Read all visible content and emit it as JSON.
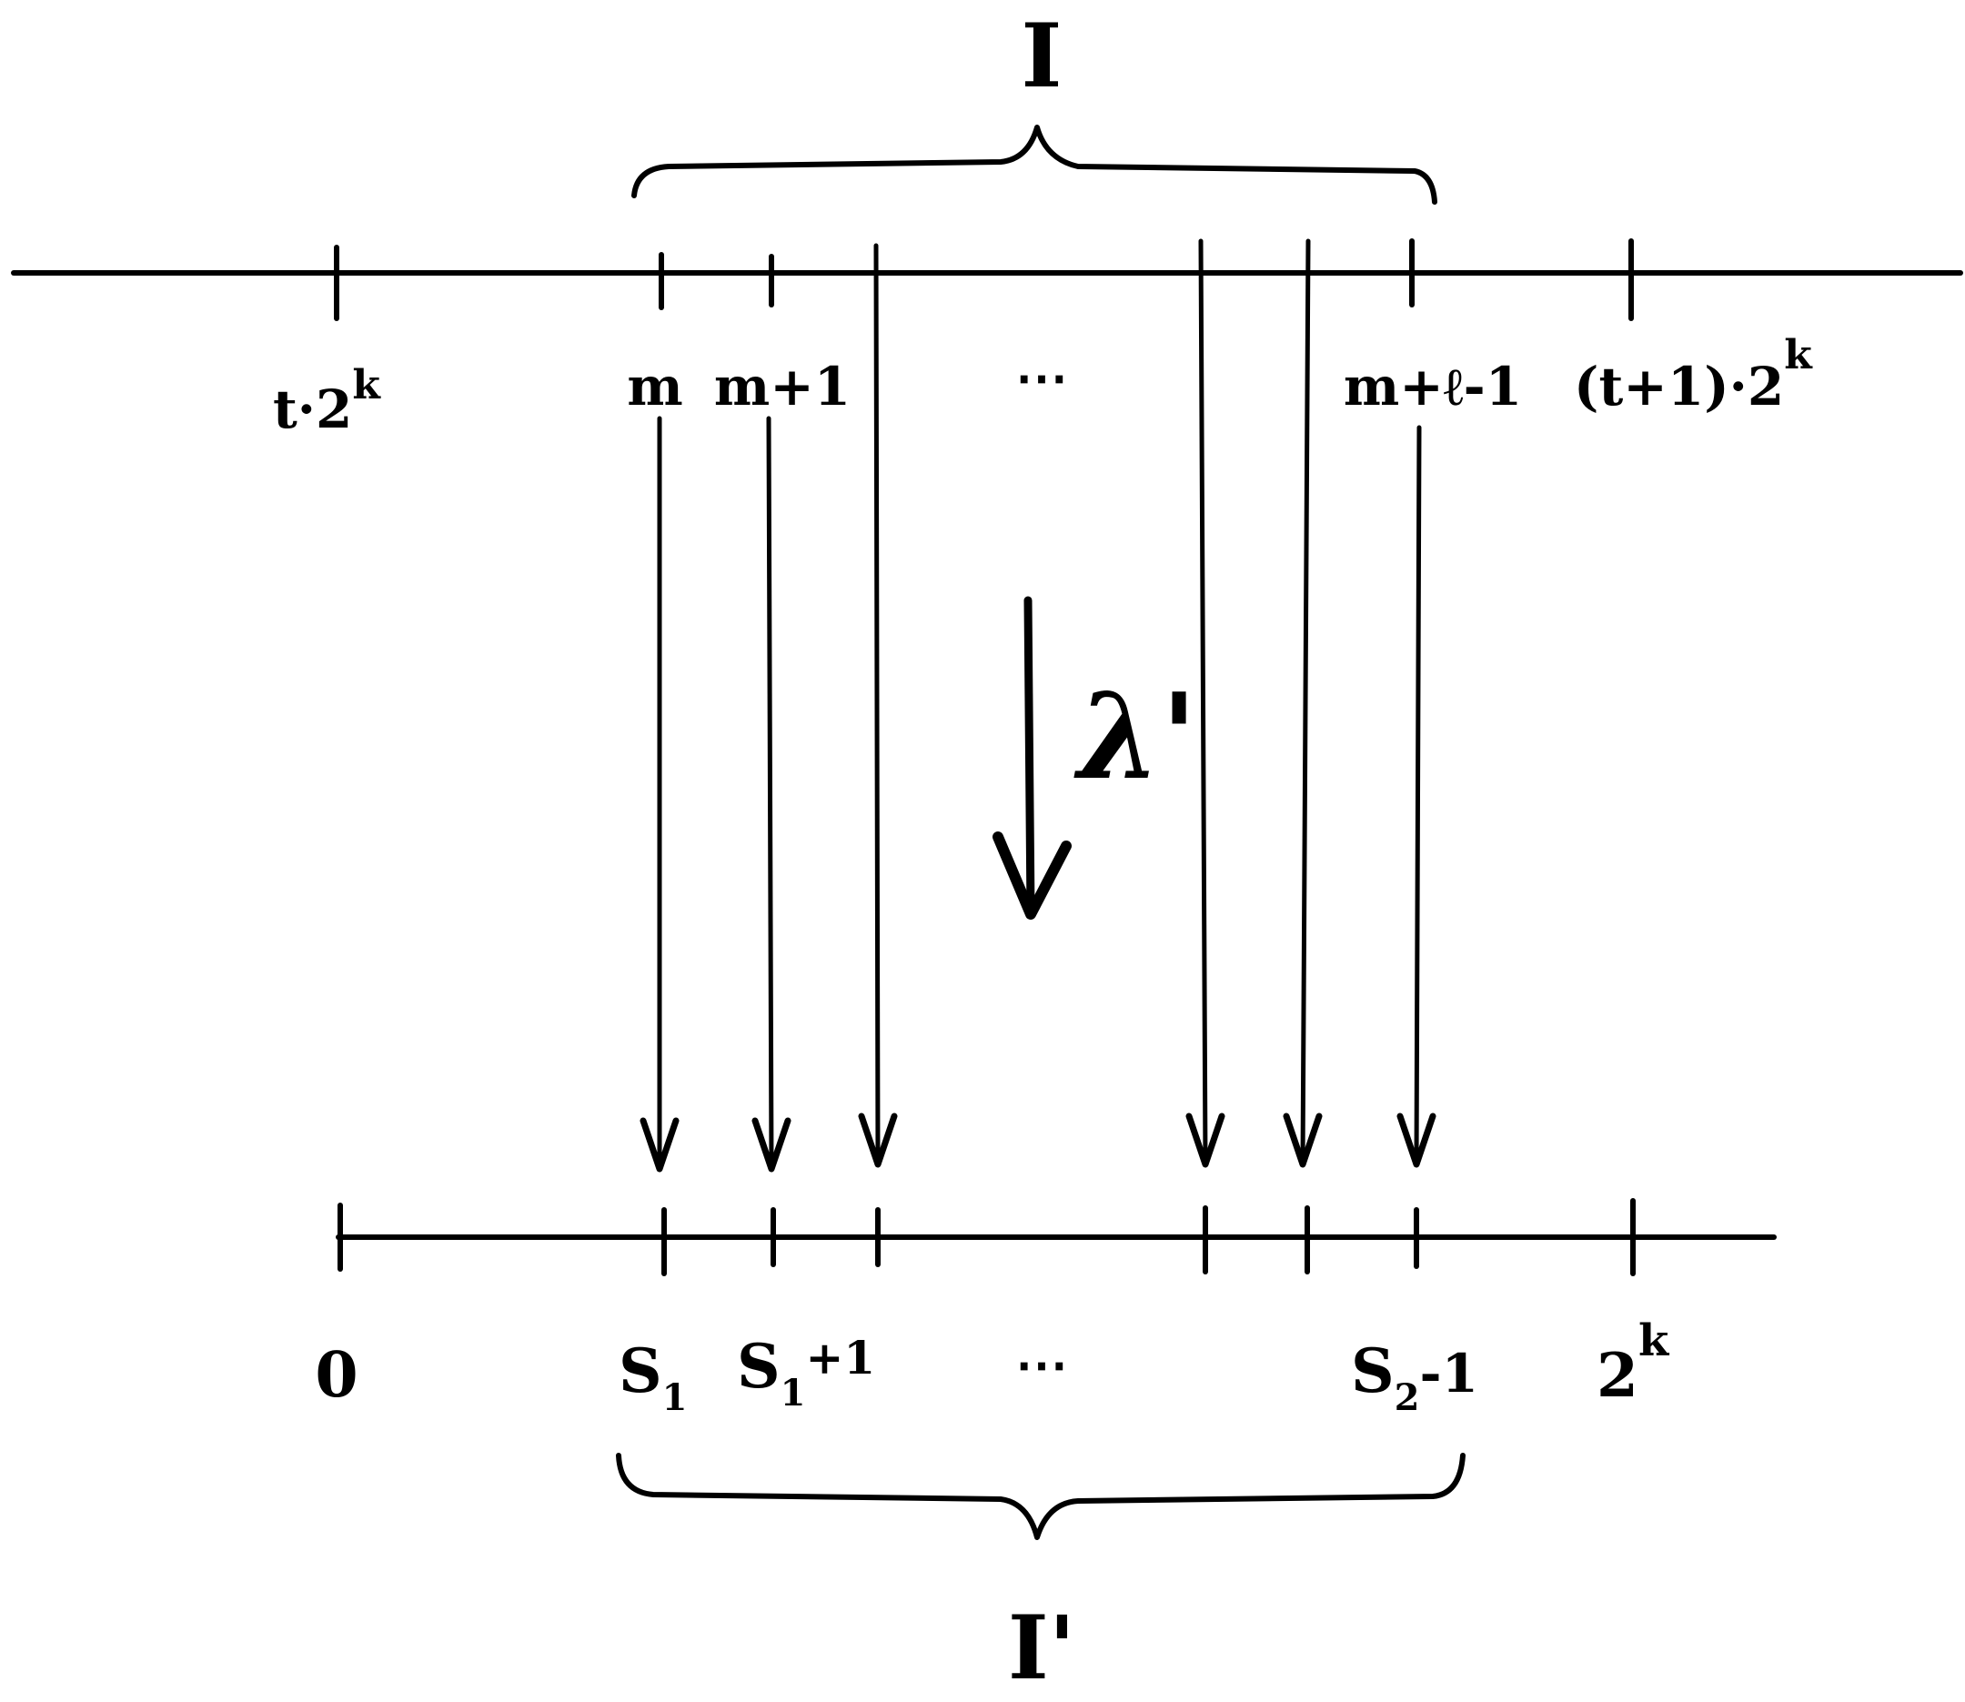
{
  "interval_top_label": "I",
  "interval_bottom_label": "I'",
  "map_label": "λ'",
  "top_axis": {
    "tick_labels": [
      {
        "base": "t·2",
        "sup": "k"
      },
      {
        "base": "m"
      },
      {
        "base": "m+1"
      },
      {
        "base": "⋯"
      },
      {
        "base": "m+ℓ-1"
      },
      {
        "base": "(t+1)·2",
        "sup": "k"
      }
    ]
  },
  "bottom_axis": {
    "tick_labels": [
      {
        "base": "0"
      },
      {
        "base": "S",
        "sub": "1"
      },
      {
        "base": "S",
        "sub": "1",
        "tail": "+1"
      },
      {
        "base": "⋯"
      },
      {
        "base": "S",
        "sub": "2",
        "tail": "-1"
      },
      {
        "base": "2",
        "sup": "k"
      }
    ]
  },
  "colors": {
    "ink": "#000000",
    "background": "#ffffff"
  }
}
